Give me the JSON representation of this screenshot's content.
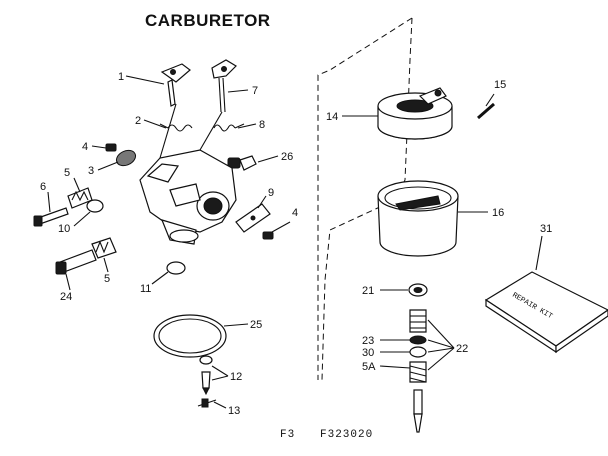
{
  "title": "CARBURETOR",
  "footer": {
    "figure": "F3",
    "code": "F323020"
  },
  "repair_kit_label": "REPAIR KIT",
  "callouts": {
    "c1": "1",
    "c2": "2",
    "c3": "3",
    "c4a": "4",
    "c4b": "4",
    "c5a": "5",
    "c5b": "5",
    "c5A": "5A",
    "c6": "6",
    "c7": "7",
    "c8": "8",
    "c9": "9",
    "c10": "10",
    "c11": "11",
    "c12": "12",
    "c13": "13",
    "c14": "14",
    "c15": "15",
    "c16": "16",
    "c21": "21",
    "c22": "22",
    "c23": "23",
    "c24": "24",
    "c25": "25",
    "c26": "26",
    "c30": "30",
    "c31": "31"
  }
}
